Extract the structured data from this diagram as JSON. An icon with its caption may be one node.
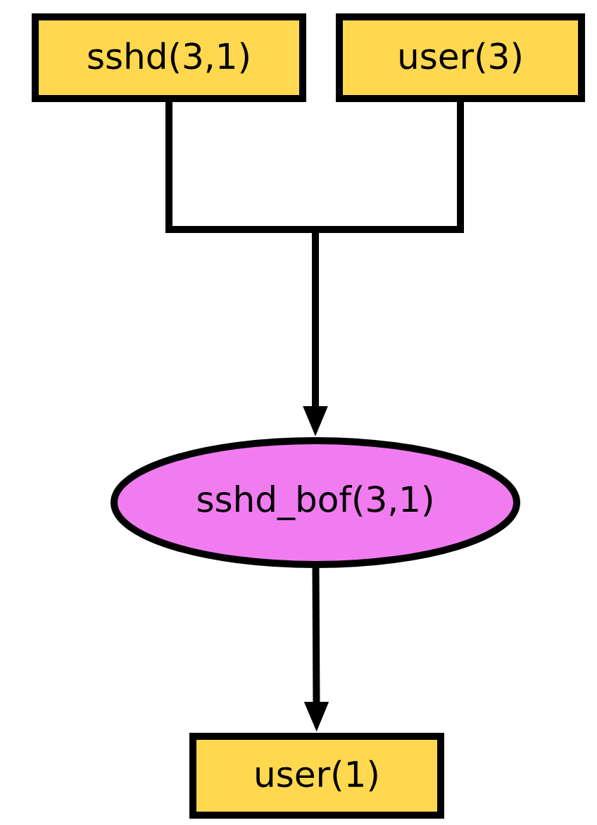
{
  "diagram": {
    "nodes": [
      {
        "text": [
          "sshd(3,1)"
        ]
      },
      {
        "text": [
          "user(3)"
        ]
      },
      {
        "text": [
          "sshd_bof(3,1)"
        ]
      },
      {
        "text": [
          "user(1)"
        ]
      }
    ],
    "edges": [
      {
        "from": 0,
        "to": 2,
        "arrow": "to"
      },
      {
        "from": 1,
        "to": 2,
        "arrow": "to"
      },
      {
        "from": 2,
        "to": 3,
        "arrow": "to"
      }
    ]
  }
}
